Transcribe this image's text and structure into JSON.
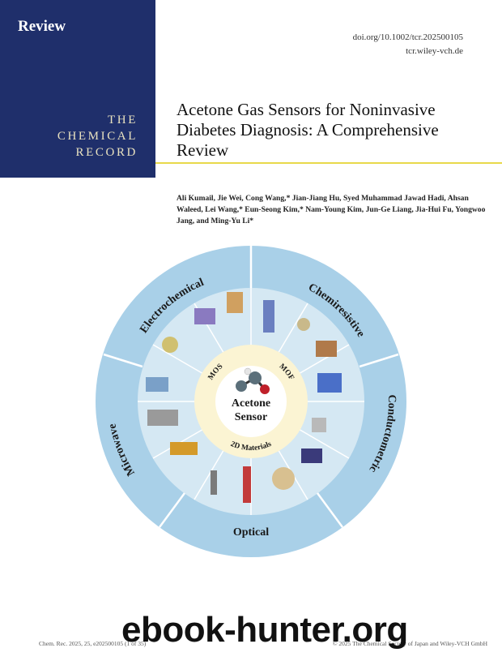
{
  "header": {
    "section_label": "Review",
    "journal_line1": "THE",
    "journal_line2": "CHEMICAL",
    "journal_line3": "RECORD",
    "doi": "doi.org/10.1002/tcr.202500105",
    "site": "tcr.wiley-vch.de"
  },
  "article": {
    "title": "Acetone Gas Sensors for Noninvasive Diabetes Diagnosis: A Comprehensive Review",
    "authors": "Ali Kumail, Jie Wei, Cong Wang,* Jian-Jiang Hu, Syed Muhammad Jawad Hadi, Ahsan Waleed, Lei Wang,* Eun-Seong Kim,* Nam-Young Kim, Jun-Ge Liang, Jia-Hui Fu, Yongwoo Jang, and Ming-Yu Li*"
  },
  "figure": {
    "outer_labels": [
      "Electrochemical",
      "Chemiresistive",
      "Conductometric",
      "Optical",
      "Microwave"
    ],
    "inner_labels": [
      "MOS",
      "MOF",
      "2D Materials"
    ],
    "center_line1": "Acetone",
    "center_line2": "Sensor",
    "colors": {
      "outer": "#a9d0e8",
      "middle": "#d5e8f3",
      "inner": "#fbf4d3",
      "divider": "#ffffff"
    }
  },
  "footer": {
    "citation": "Chem. Rec. 2025, 25, e202500105 (1 of 35)",
    "copyright": "© 2025 The Chemical Society of Japan and Wiley-VCH GmbH"
  },
  "watermark": "ebook-hunter.org"
}
